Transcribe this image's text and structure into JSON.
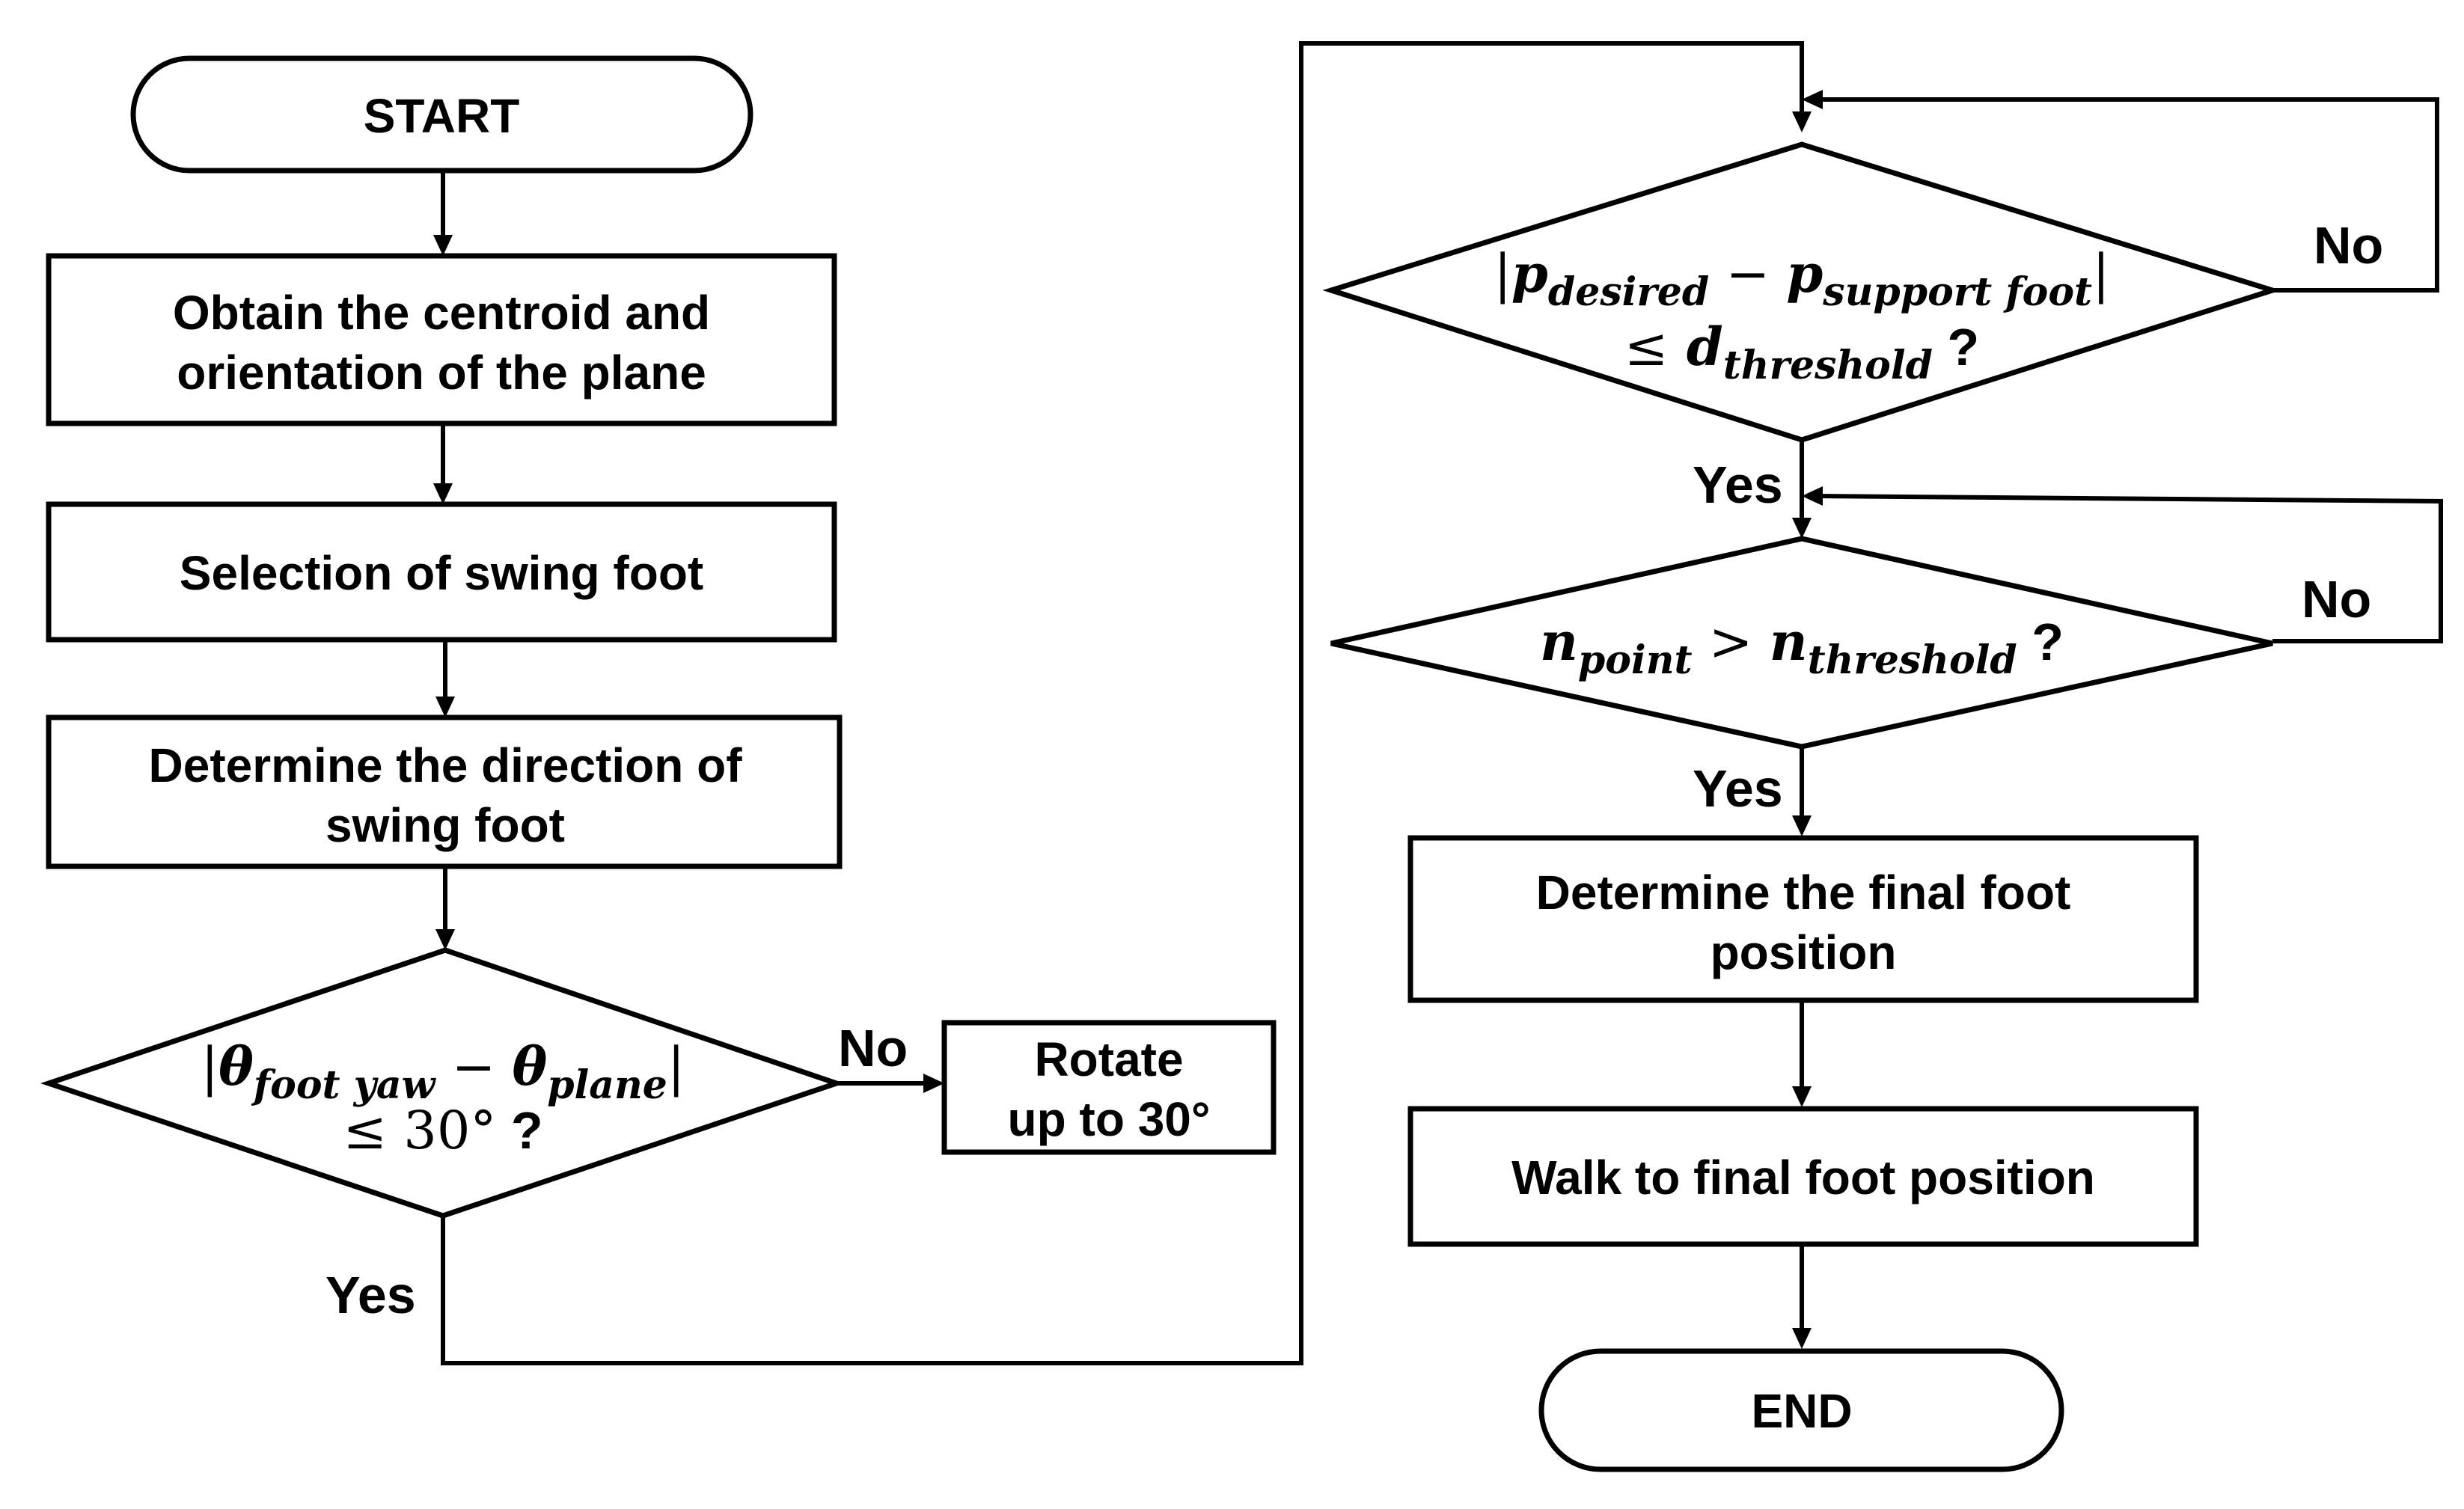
{
  "nodes": {
    "start": "START",
    "obtain": [
      "Obtain the centroid and",
      "orientation of the plane"
    ],
    "select": "Selection of swing foot",
    "direction": [
      "Determine the direction of",
      "swing foot"
    ],
    "d1": {
      "abs_bar": "|",
      "theta": "θ",
      "sub1": "foot yaw",
      "minus": " − ",
      "sub2": "plane",
      "le": "≤",
      "value": " 30°",
      "q": " ?"
    },
    "rotate": [
      "Rotate",
      "up to 30°"
    ],
    "d2": {
      "abs_bar": "|",
      "p": "p",
      "sub1": "desired",
      "minus": " − ",
      "sub2": "support foot",
      "le": "≤",
      "d": " d",
      "sub3": "threshold",
      "q": " ?"
    },
    "d3": {
      "n": "n",
      "sub1": "point",
      "gt": " > ",
      "sub2": "threshold",
      "q": " ?"
    },
    "final": [
      "Determine the final foot",
      "position"
    ],
    "walk": "Walk to final foot position",
    "end": "END"
  },
  "labels": {
    "d1_no": "No",
    "d1_yes": "Yes",
    "d2_no": "No",
    "d2_yes": "Yes",
    "d3_no": "No",
    "d3_yes": "Yes"
  }
}
